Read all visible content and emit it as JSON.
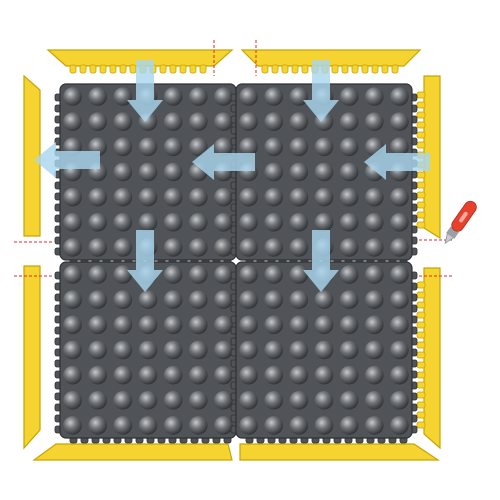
{
  "diagram": {
    "colors": {
      "background": "#ffffff",
      "tile": "#505357",
      "tile_edge": "#2f3134",
      "bump_light": "#c7c9cc",
      "bump_mid": "#6f7276",
      "bump_dark": "#2c2e31",
      "ramp": "#f5d330",
      "ramp_edge": "#c9a400",
      "arrow": "#a9d5ee",
      "cut_line": "#e0282e",
      "cutter_body": "#e8412b",
      "cutter_blade": "#c8ccd2"
    },
    "tiles": [
      {
        "name": "tile-top-left"
      },
      {
        "name": "tile-top-right"
      },
      {
        "name": "tile-bottom-left"
      },
      {
        "name": "tile-bottom-right"
      }
    ],
    "bump_grid": 7,
    "arrows": [
      {
        "name": "arrow-down-top-left",
        "dir": "down"
      },
      {
        "name": "arrow-down-top-right",
        "dir": "down"
      },
      {
        "name": "arrow-left-outer",
        "dir": "left"
      },
      {
        "name": "arrow-left-center",
        "dir": "left"
      },
      {
        "name": "arrow-left-right",
        "dir": "left"
      },
      {
        "name": "arrow-down-bottom-left",
        "dir": "down"
      },
      {
        "name": "arrow-down-bottom-right",
        "dir": "down"
      }
    ],
    "icons": {
      "cutter": "utility-knife-icon"
    }
  }
}
